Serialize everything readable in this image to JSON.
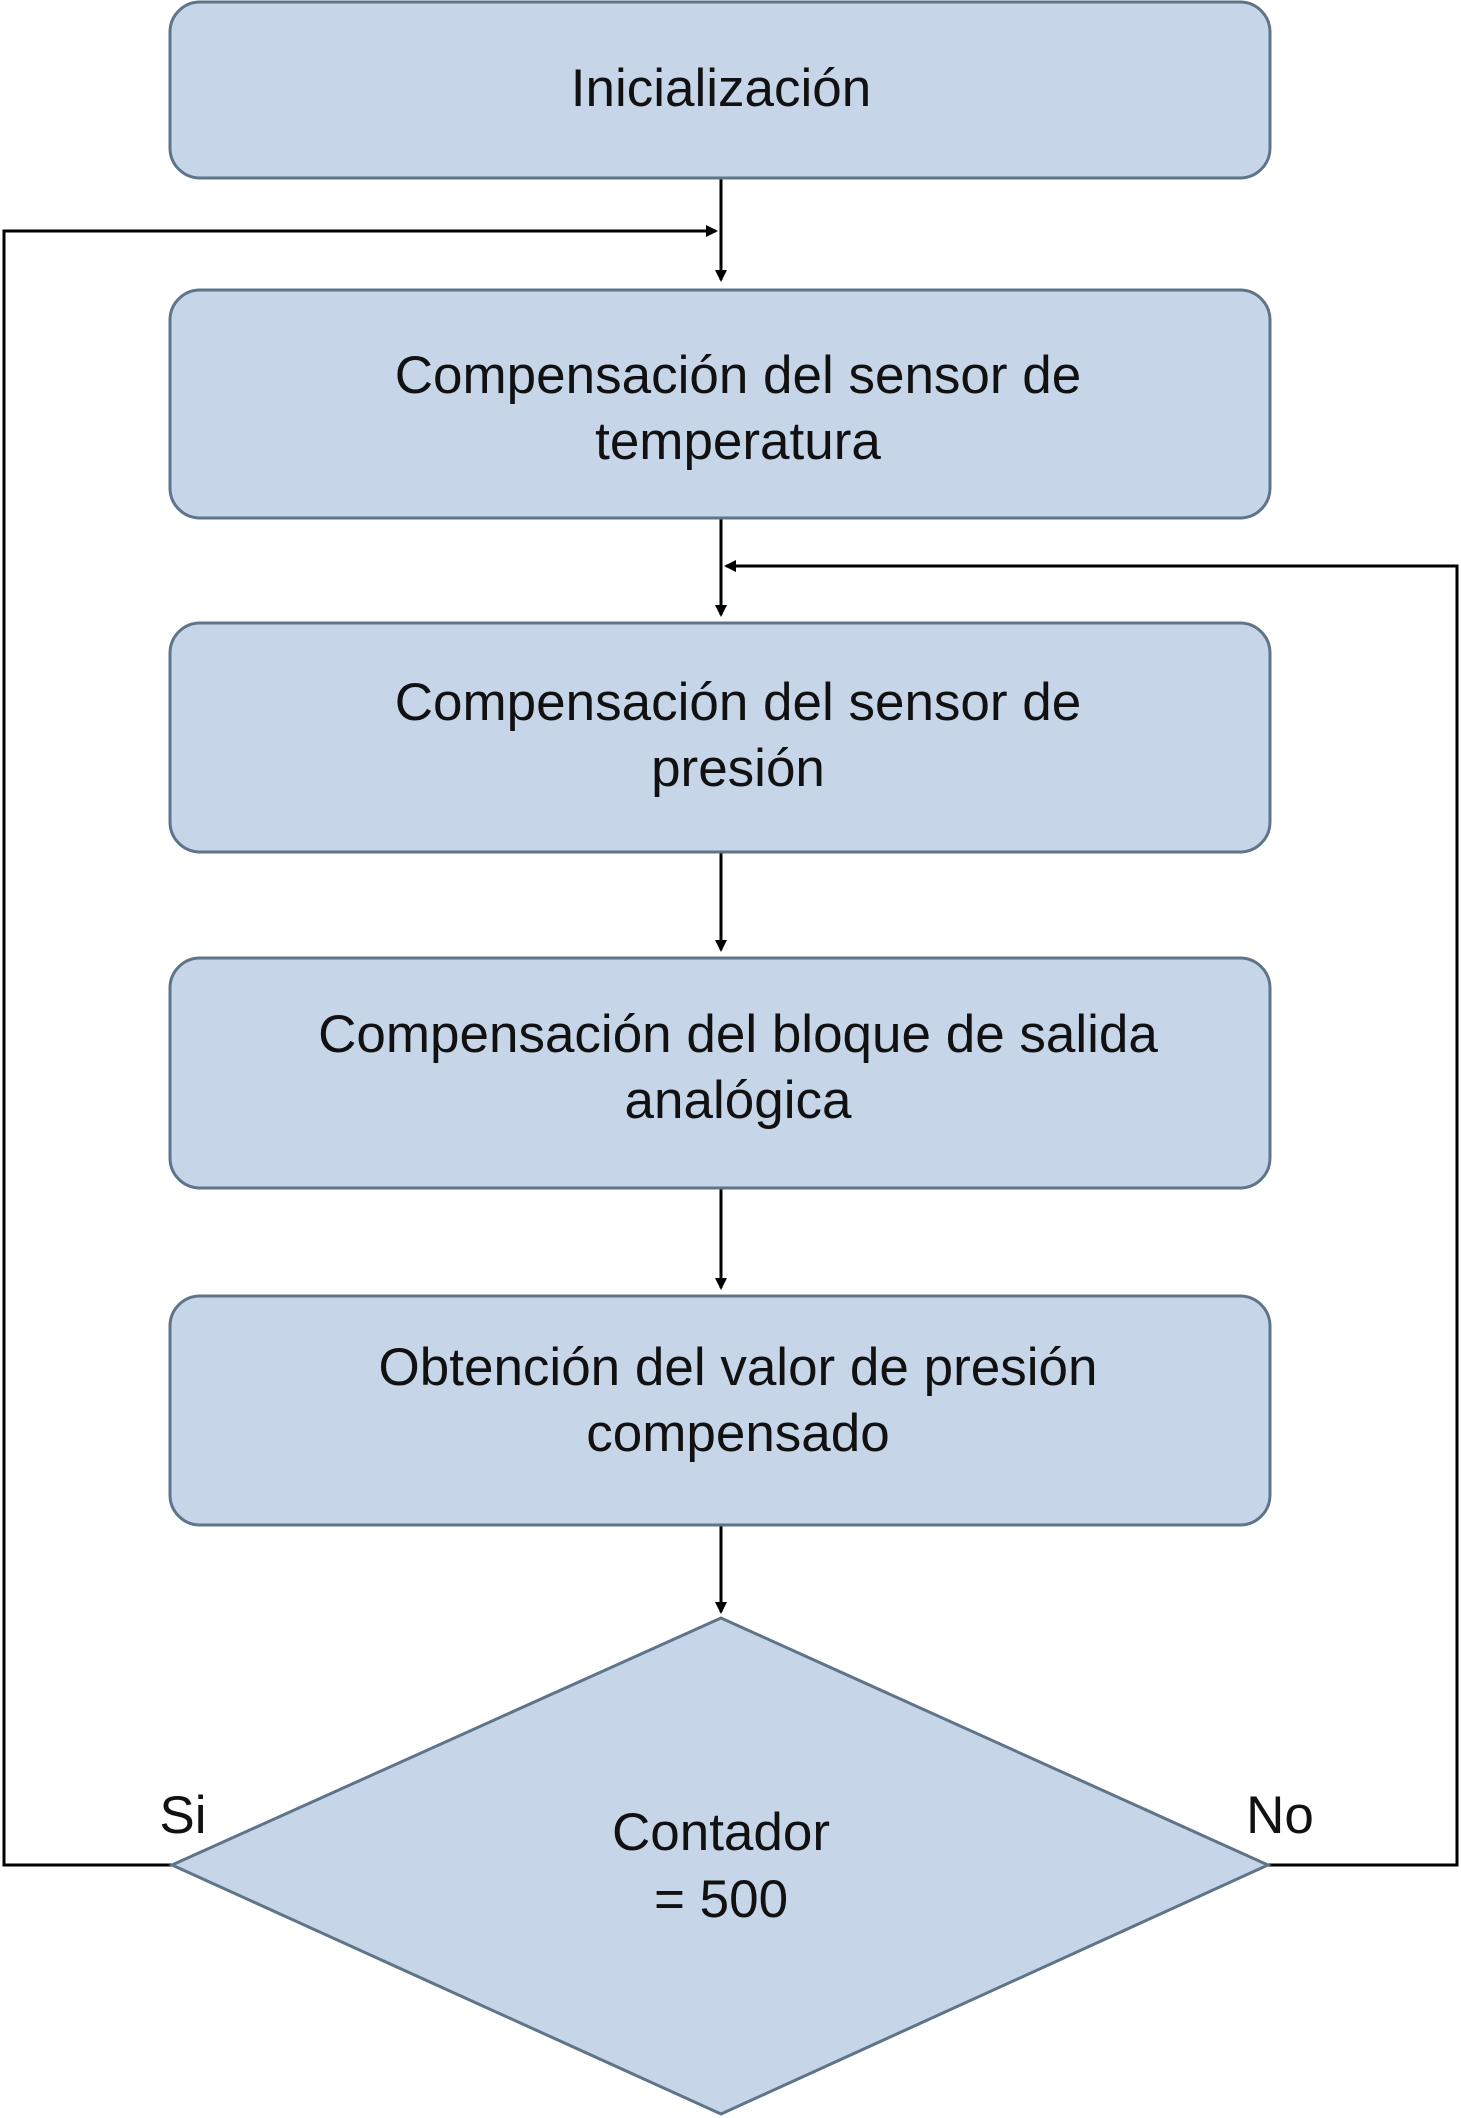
{
  "flowchart": {
    "steps": {
      "init": {
        "line1": "Inicialización"
      },
      "temp": {
        "line1": "Compensación del sensor de",
        "line2": "temperatura"
      },
      "pressure": {
        "line1": "Compensación del sensor de",
        "line2": "presión"
      },
      "output": {
        "line1": "Compensación del bloque de salida",
        "line2": "analógica"
      },
      "obtain": {
        "line1": "Obtención del valor de presión",
        "line2": "compensado"
      }
    },
    "decision": {
      "line1": "Contador",
      "line2": "= 500",
      "yes_label": "Si",
      "no_label": "No"
    },
    "colors": {
      "box_fill": "#c6d5e8",
      "box_stroke": "#5f7489",
      "line": "#000000",
      "text": "#111111"
    }
  }
}
